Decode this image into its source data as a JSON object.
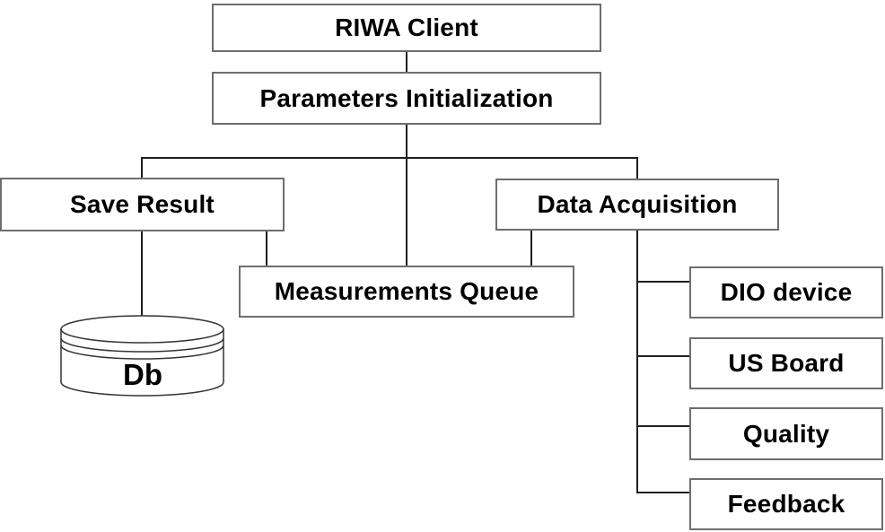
{
  "colors": {
    "background": "#ffffff",
    "box_border": "#6e6e6e",
    "connector": "#1f1f1f",
    "text": "#000000",
    "cylinder_outline": "#333333"
  },
  "nodes": {
    "riwa_client": {
      "label": "RIWA Client"
    },
    "parameters_initialization": {
      "label": "Parameters Initialization"
    },
    "save_result": {
      "label": "Save Result"
    },
    "data_acquisition": {
      "label": "Data Acquisition"
    },
    "measurements_queue": {
      "label": "Measurements Queue"
    },
    "dio_device": {
      "label": "DIO device"
    },
    "us_board": {
      "label": "US Board"
    },
    "quality": {
      "label": "Quality"
    },
    "feedback": {
      "label": "Feedback"
    },
    "db": {
      "label": "Db"
    }
  },
  "edges": [
    {
      "from": "riwa_client",
      "to": "parameters_initialization"
    },
    {
      "from": "parameters_initialization",
      "to": "save_result"
    },
    {
      "from": "parameters_initialization",
      "to": "measurements_queue"
    },
    {
      "from": "parameters_initialization",
      "to": "data_acquisition"
    },
    {
      "from": "save_result",
      "to": "db"
    },
    {
      "from": "save_result",
      "to": "measurements_queue"
    },
    {
      "from": "data_acquisition",
      "to": "measurements_queue"
    },
    {
      "from": "data_acquisition",
      "to": "dio_device"
    },
    {
      "from": "data_acquisition",
      "to": "us_board"
    },
    {
      "from": "data_acquisition",
      "to": "quality"
    },
    {
      "from": "data_acquisition",
      "to": "feedback"
    }
  ]
}
